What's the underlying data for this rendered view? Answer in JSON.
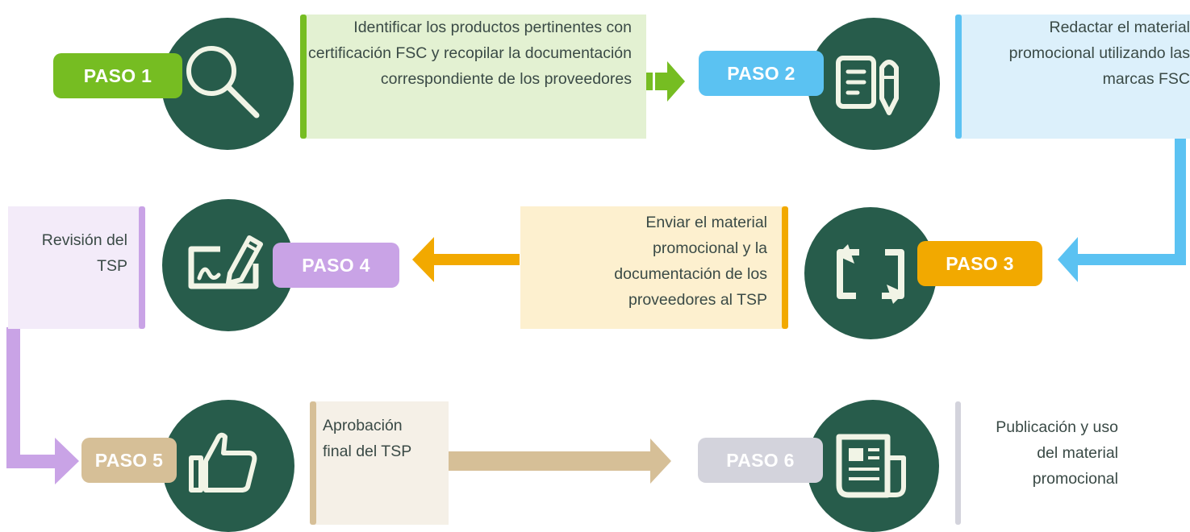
{
  "steps": [
    {
      "label": "PASO 1",
      "text": "Identificar los productos pertinentes con certificación FSC y recopilar la documentación correspondiente de los proveedores",
      "icon": "magnifier-icon",
      "color": "#76bd22"
    },
    {
      "label": "PASO 2",
      "text": "Redactar el material promocional utilizando las marcas FSC",
      "icon": "document-pencil-icon",
      "color": "#5bc2f2"
    },
    {
      "label": "PASO 3",
      "text": "Enviar el material promocional y la documentación de los proveedores al TSP",
      "icon": "exchange-icon",
      "color": "#f2a900"
    },
    {
      "label": "PASO 4",
      "text": "Revisión del TSP",
      "icon": "signature-icon",
      "color": "#c9a3e6"
    },
    {
      "label": "PASO 5",
      "text": "Aprobación final del TSP",
      "icon": "thumbs-up-icon",
      "color": "#d6bf97"
    },
    {
      "label": "PASO 6",
      "text": "Publicación y uso del material promocional",
      "icon": "newspaper-icon",
      "color": "#d3d3dc"
    }
  ],
  "colors": {
    "circle": "#275c4b",
    "text": "#3a4a46"
  }
}
